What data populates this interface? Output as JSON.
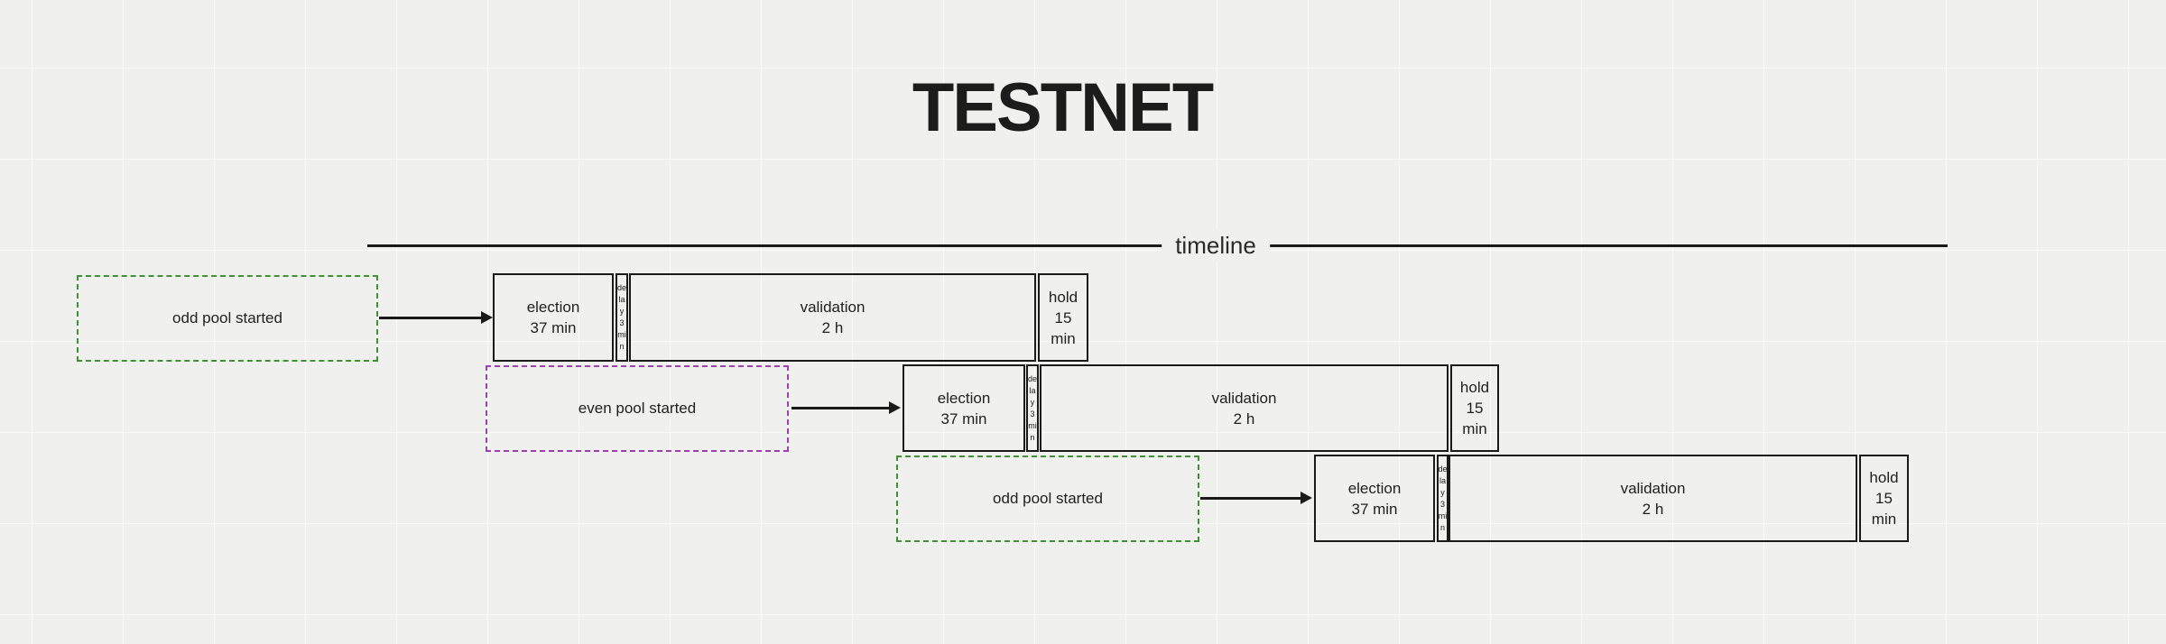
{
  "title": "TESTNET",
  "timeline": {
    "label": "timeline"
  },
  "colors": {
    "canvas": "#f0f0ef",
    "ink": "#1a1a1a",
    "odd_pool_green": "#3e9130",
    "even_pool_purple": "#9f3fb3"
  },
  "rows": [
    {
      "trigger": {
        "label": "odd pool started",
        "color": "green"
      },
      "phases": [
        {
          "name": "election",
          "duration": "37 min"
        },
        {
          "name": "delay",
          "duration": "3 min"
        },
        {
          "name": "validation",
          "duration": "2 h"
        },
        {
          "name": "hold",
          "duration": "15 min"
        }
      ]
    },
    {
      "trigger": {
        "label": "even pool started",
        "color": "purple"
      },
      "phases": [
        {
          "name": "election",
          "duration": "37 min"
        },
        {
          "name": "delay",
          "duration": "3 min"
        },
        {
          "name": "validation",
          "duration": "2 h"
        },
        {
          "name": "hold",
          "duration": "15 min"
        }
      ]
    },
    {
      "trigger": {
        "label": "odd pool started",
        "color": "green"
      },
      "phases": [
        {
          "name": "election",
          "duration": "37 min"
        },
        {
          "name": "delay",
          "duration": "3 min"
        },
        {
          "name": "validation",
          "duration": "2 h"
        },
        {
          "name": "hold",
          "duration": "15 min"
        }
      ]
    }
  ]
}
